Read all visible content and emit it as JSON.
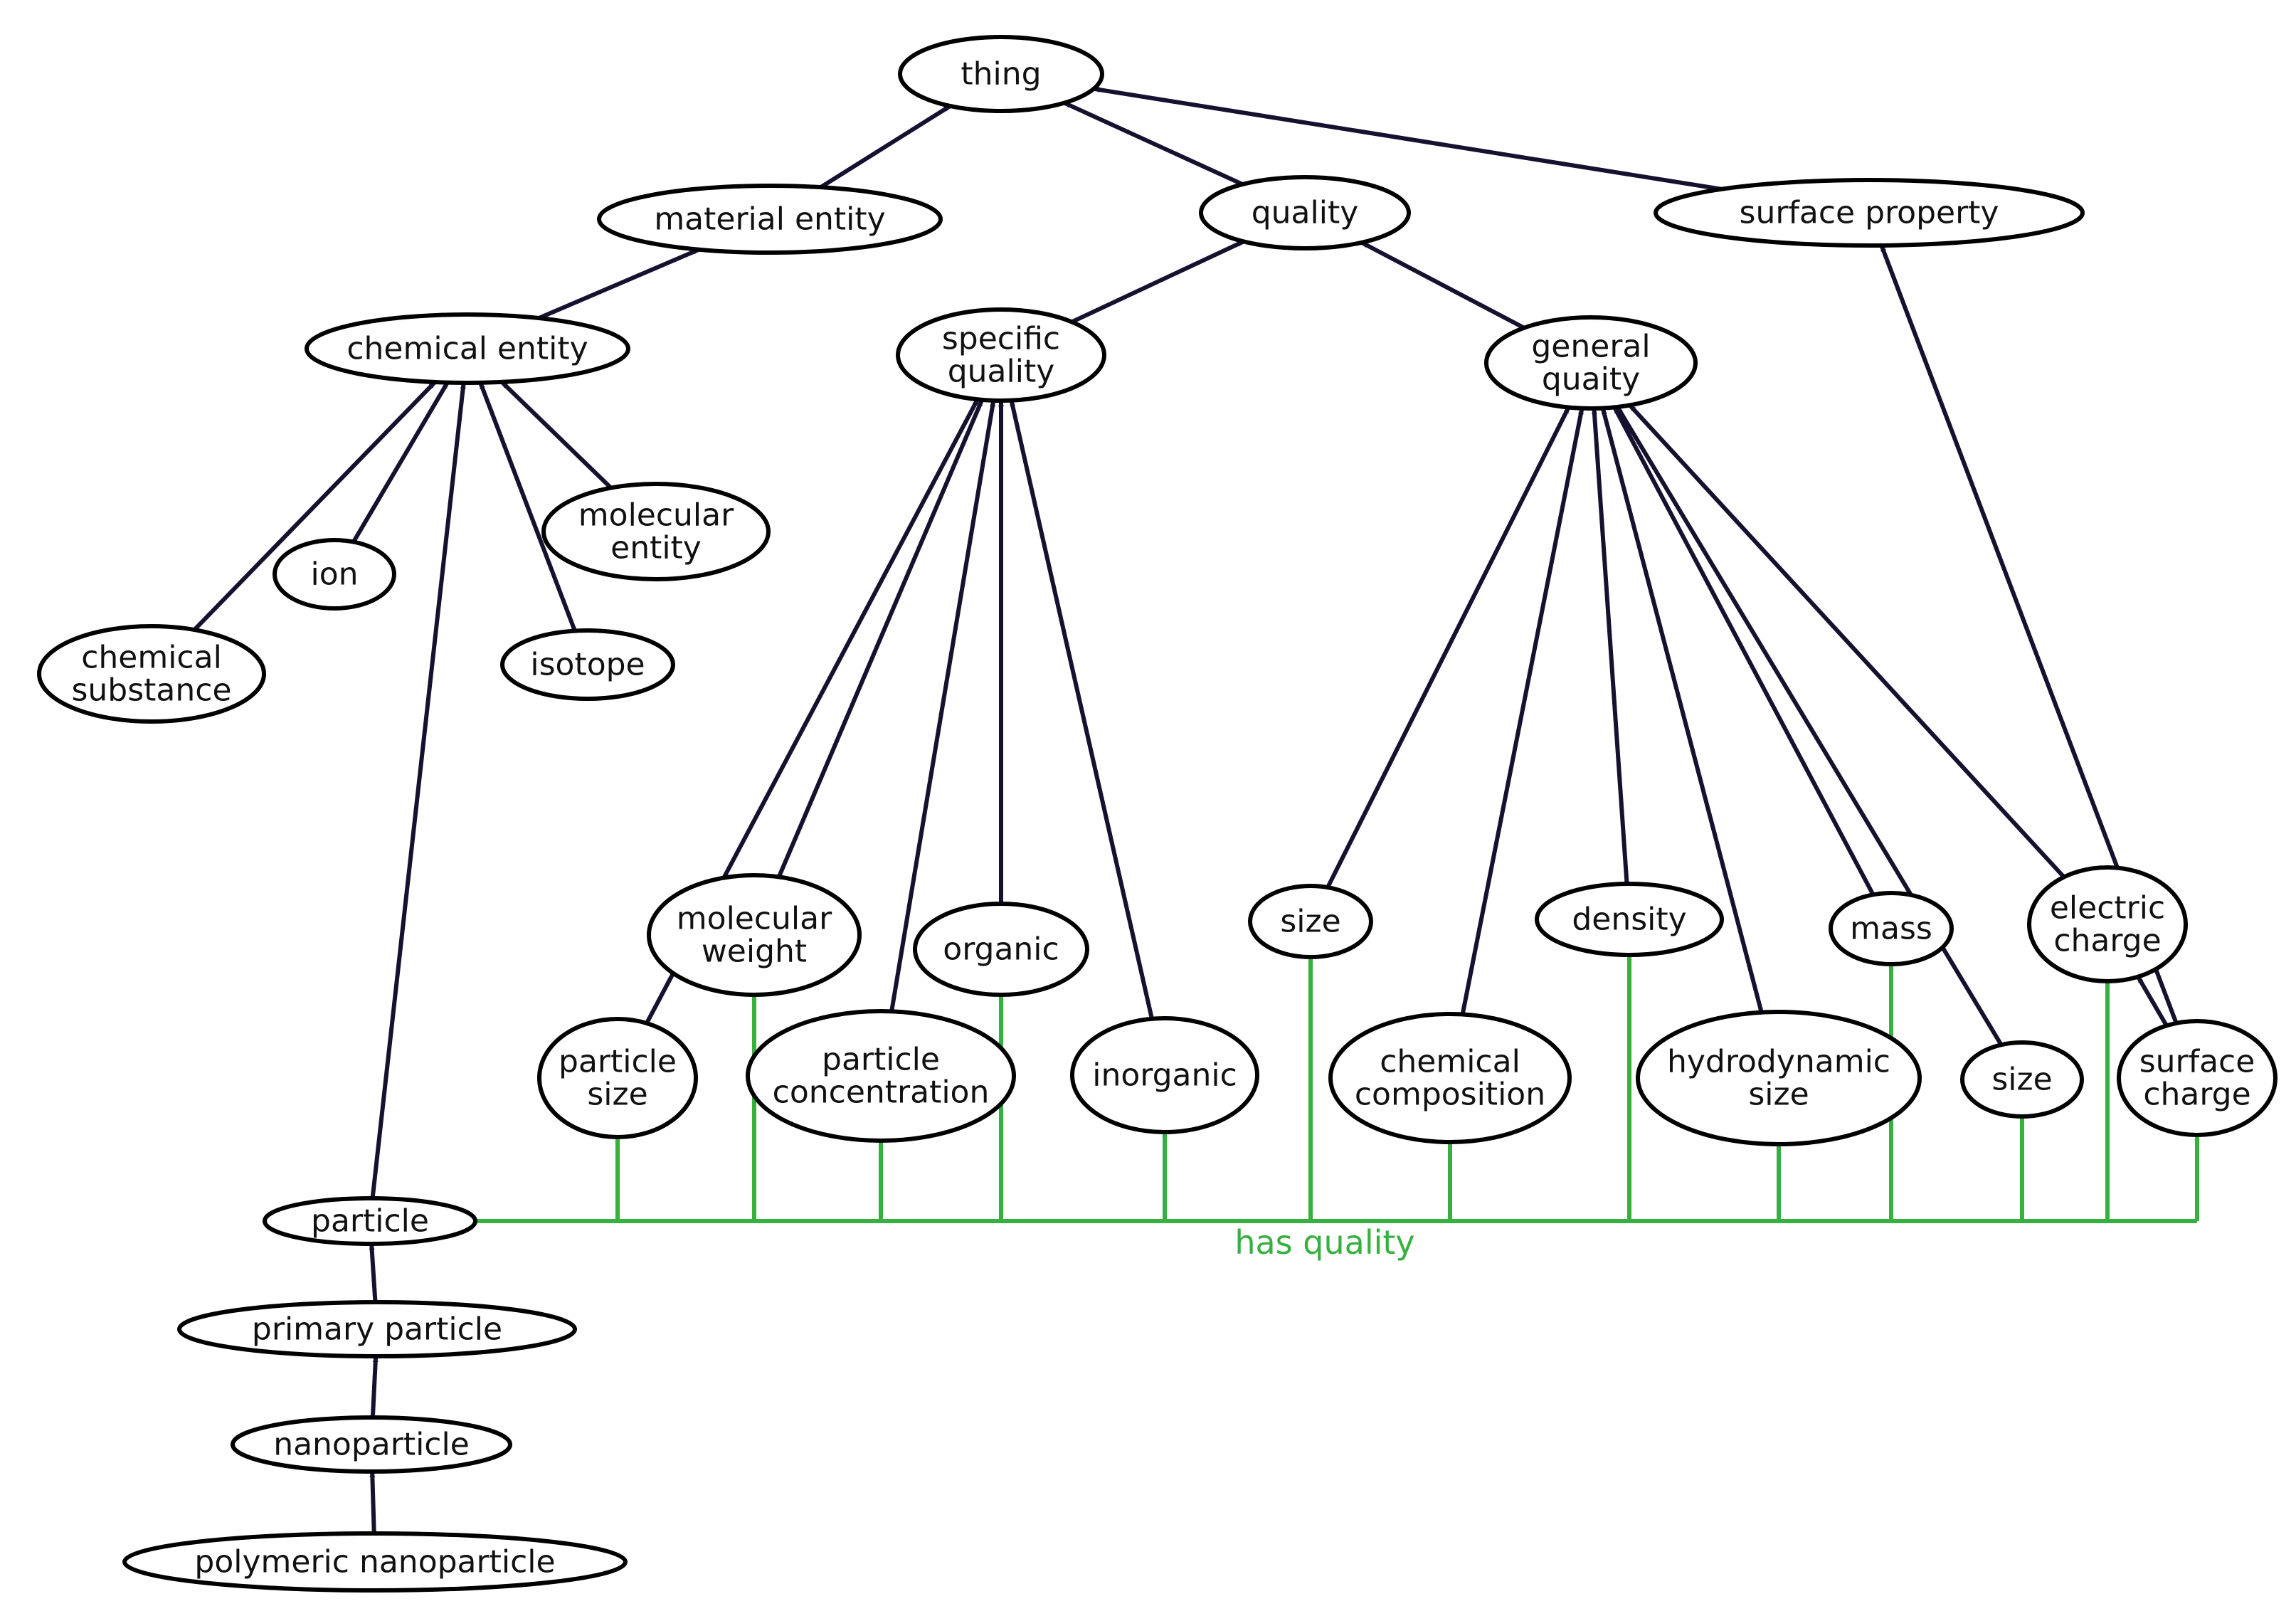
{
  "nodes": {
    "thing": [
      "thing"
    ],
    "material_entity": [
      "material entity"
    ],
    "quality": [
      "quality"
    ],
    "surface_property": [
      "surface property"
    ],
    "chemical_entity": [
      "chemical entity"
    ],
    "specific_quality": [
      "specific",
      "quality"
    ],
    "general_quaity": [
      "general",
      "quaity"
    ],
    "molecular_entity": [
      "molecular",
      "entity"
    ],
    "ion": [
      "ion"
    ],
    "chemical_substance": [
      "chemical",
      "substance"
    ],
    "isotope": [
      "isotope"
    ],
    "molecular_weight": [
      "molecular",
      "weight"
    ],
    "organic": [
      "organic"
    ],
    "size_general": [
      "size"
    ],
    "density": [
      "density"
    ],
    "mass": [
      "mass"
    ],
    "electric_charge": [
      "electric",
      "charge"
    ],
    "particle_size": [
      "particle",
      "size"
    ],
    "particle_concentration": [
      "particle",
      "concentration"
    ],
    "inorganic": [
      "inorganic"
    ],
    "chemical_composition": [
      "chemical",
      "composition"
    ],
    "hydrodynamic_size": [
      "hydrodynamic",
      "size"
    ],
    "size": [
      "size"
    ],
    "surface_charge": [
      "surface",
      "charge"
    ],
    "particle": [
      "particle"
    ],
    "primary_particle": [
      "primary particle"
    ],
    "nanoparticle": [
      "nanoparticle"
    ],
    "polymeric_nanoparticle": [
      "polymeric nanoparticle"
    ]
  },
  "is_a_edges": [
    [
      "material_entity",
      "thing"
    ],
    [
      "quality",
      "thing"
    ],
    [
      "surface_property",
      "thing"
    ],
    [
      "chemical_entity",
      "material_entity"
    ],
    [
      "specific_quality",
      "quality"
    ],
    [
      "general_quaity",
      "quality"
    ],
    [
      "chemical_substance",
      "chemical_entity"
    ],
    [
      "ion",
      "chemical_entity"
    ],
    [
      "particle",
      "chemical_entity"
    ],
    [
      "isotope",
      "chemical_entity"
    ],
    [
      "molecular_entity",
      "chemical_entity"
    ],
    [
      "particle_size",
      "specific_quality"
    ],
    [
      "molecular_weight",
      "specific_quality"
    ],
    [
      "particle_concentration",
      "specific_quality"
    ],
    [
      "organic",
      "specific_quality"
    ],
    [
      "inorganic",
      "specific_quality"
    ],
    [
      "size_general",
      "general_quaity"
    ],
    [
      "chemical_composition",
      "general_quaity"
    ],
    [
      "density",
      "general_quaity"
    ],
    [
      "hydrodynamic_size",
      "general_quaity"
    ],
    [
      "mass",
      "general_quaity"
    ],
    [
      "size",
      "general_quaity"
    ],
    [
      "electric_charge",
      "general_quaity"
    ],
    [
      "surface_charge",
      "electric_charge"
    ],
    [
      "surface_charge",
      "surface_property"
    ],
    [
      "primary_particle",
      "particle"
    ],
    [
      "nanoparticle",
      "primary_particle"
    ],
    [
      "polymeric_nanoparticle",
      "nanoparticle"
    ]
  ],
  "has_quality": {
    "label": "has quality",
    "from": "particle",
    "targets": [
      "particle_size",
      "molecular_weight",
      "particle_concentration",
      "organic",
      "inorganic",
      "size_general",
      "chemical_composition",
      "density",
      "hydrodynamic_size",
      "mass",
      "size",
      "electric_charge",
      "surface_charge"
    ]
  },
  "colors": {
    "is_a_edge": "#15112e",
    "has_quality_edge": "#36b03e",
    "node_stroke": "#000000",
    "node_fill": "#ffffff",
    "text": "#111111"
  }
}
